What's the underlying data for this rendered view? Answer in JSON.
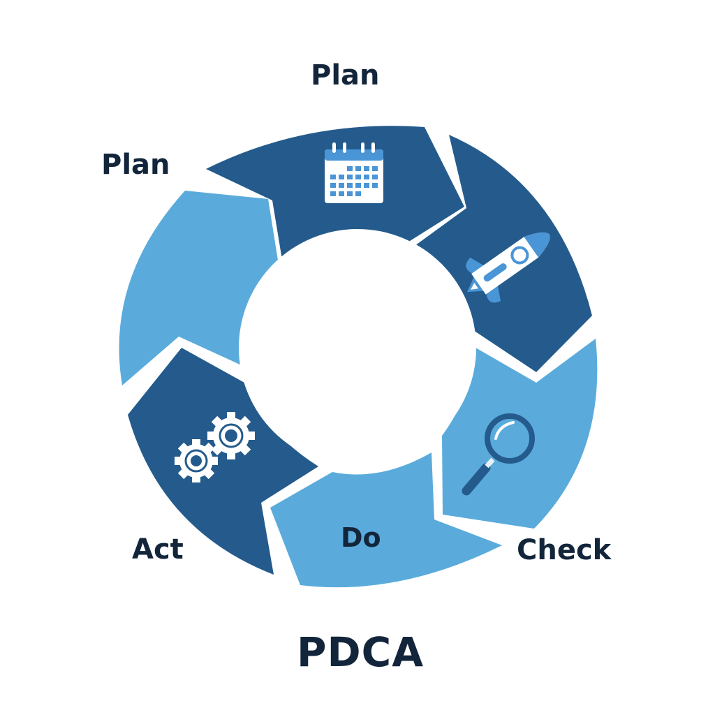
{
  "diagram": {
    "title": "PDCA",
    "type": "cycle",
    "colors": {
      "dark_segment": "#245b8c",
      "light_segment": "#5aabdc",
      "icon_accent": "#4a95d6",
      "text": "#13253b",
      "background": "#ffffff"
    },
    "labels": {
      "top": "Plan",
      "upper_left": "Plan",
      "do": "Do",
      "check": "Check",
      "act": "Act"
    },
    "segments": [
      {
        "id": "plan-top",
        "color": "dark",
        "icon": "calendar-icon"
      },
      {
        "id": "do-upper-right",
        "color": "dark",
        "icon": "rocket-icon"
      },
      {
        "id": "check-right",
        "color": "light",
        "icon": "magnifier-icon"
      },
      {
        "id": "do-bottom",
        "color": "light",
        "icon": null,
        "label": "Do"
      },
      {
        "id": "act-lower-left",
        "color": "dark",
        "icon": "gears-icon"
      },
      {
        "id": "plan-left",
        "color": "light",
        "icon": null
      }
    ]
  }
}
